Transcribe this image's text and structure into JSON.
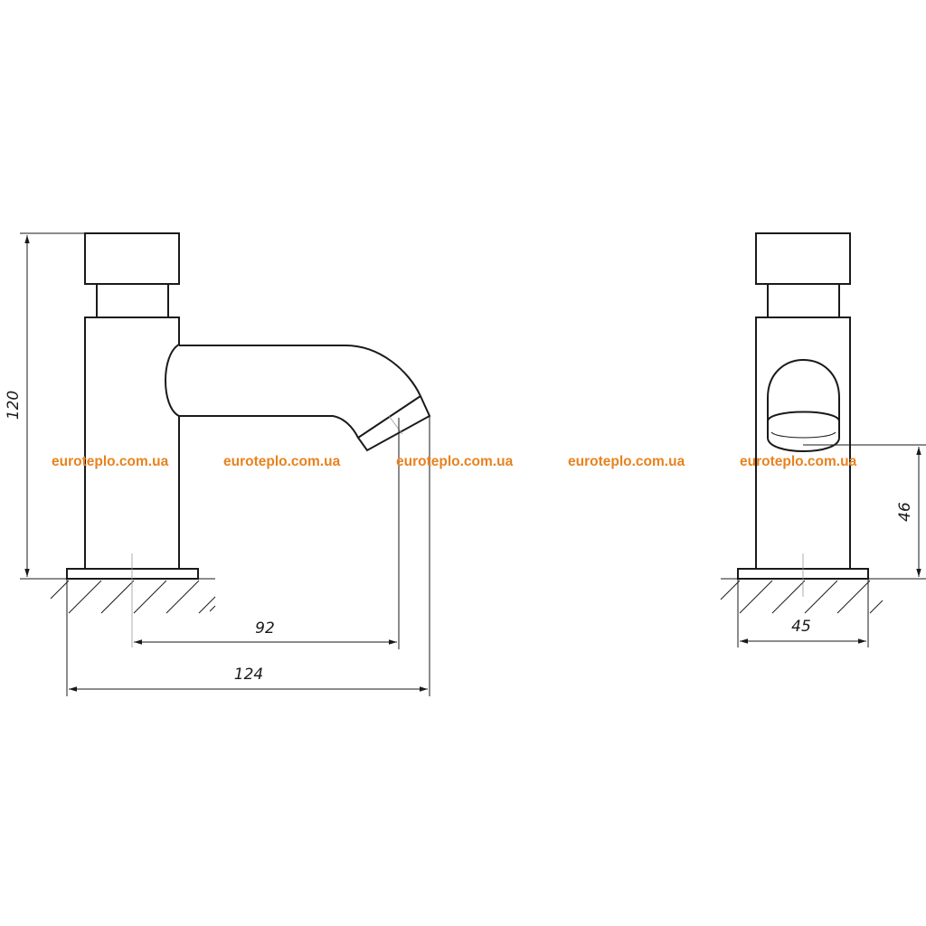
{
  "dimensions": {
    "height_total": "120",
    "spout_reach": "92",
    "overall_length": "124",
    "outlet_height": "46",
    "width": "45"
  },
  "watermarks": [
    "euroteplo.com.ua",
    "euroteplo.com.ua",
    "euroteplo.com.ua",
    "euroteplo.com.ua",
    "euroteplo.com.ua"
  ],
  "colors": {
    "line": "#1a1a1a",
    "watermark": "#e8821e",
    "background": "#ffffff"
  }
}
